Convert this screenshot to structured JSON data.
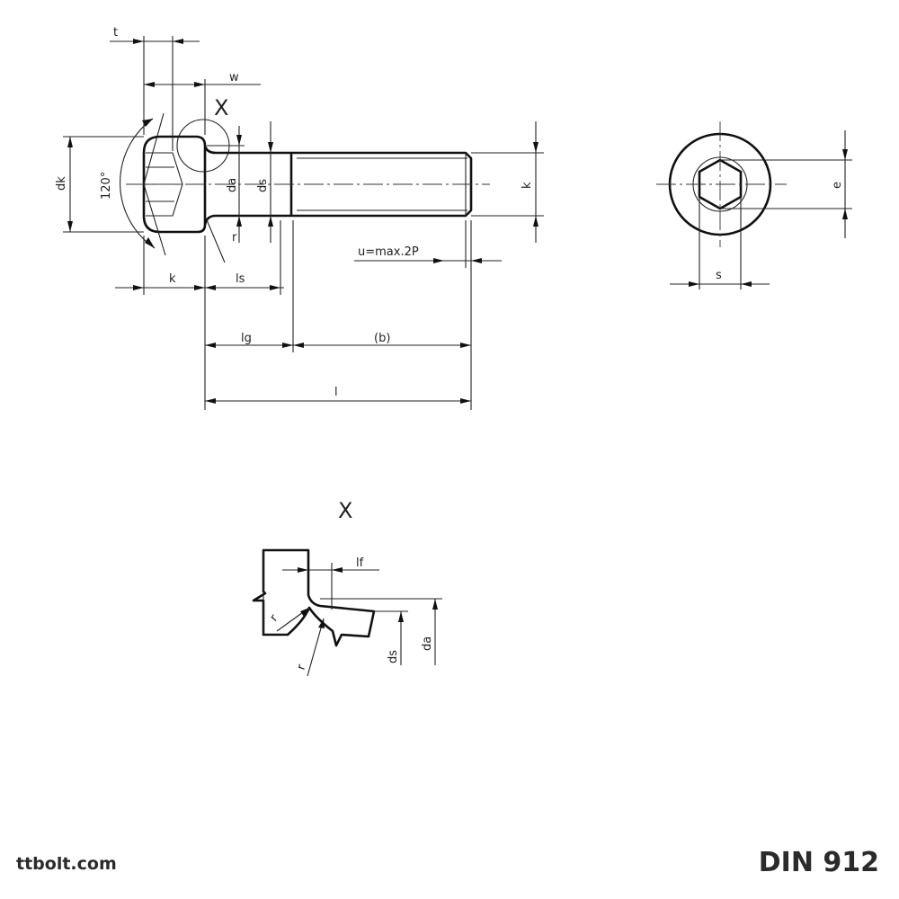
{
  "labels": {
    "t": "t",
    "w": "w",
    "x_marker": "X",
    "dk": "dk",
    "angle": "120°",
    "da": "da",
    "ds": "ds",
    "k_right": "k",
    "r": "r",
    "u_note": "u=max.2P",
    "k_bottom": "k",
    "ls": "ls",
    "lg": "lg",
    "b": "(b)",
    "l": "l",
    "e": "e",
    "s": "s"
  },
  "detail": {
    "title": "X",
    "lf": "lf",
    "r1": "r",
    "r2": "r",
    "ds": "ds",
    "da": "da"
  },
  "footer": {
    "website": "ttbolt.com",
    "standard": "DIN 912"
  }
}
